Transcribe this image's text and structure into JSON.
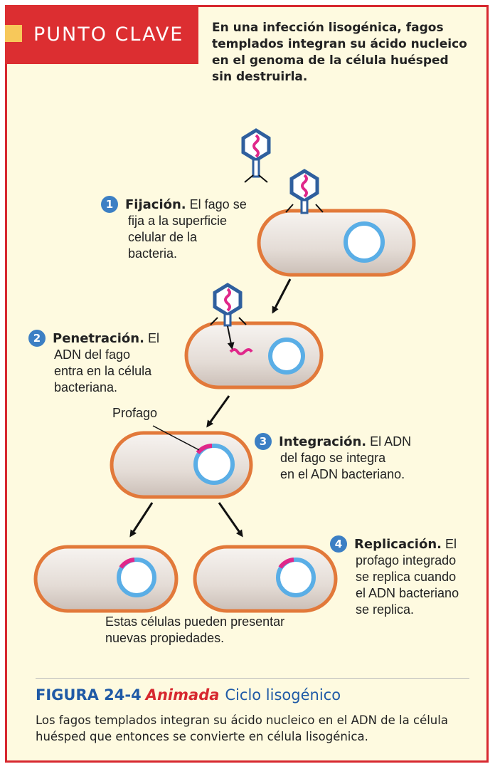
{
  "banner": {
    "title": "PUNTO CLAVE"
  },
  "key_point": "En una infección lisogénica, fagos templados integran su ácido nucleico en el genoma de la célula huésped sin destruirla.",
  "steps": [
    {
      "number": "1",
      "title": "Fijación.",
      "lines": [
        "El fago se",
        "fija a la superficie",
        "celular de la",
        "bacteria."
      ]
    },
    {
      "number": "2",
      "title": "Penetración.",
      "lines": [
        "El",
        "ADN del fago",
        "entra en la célula",
        "bacteriana."
      ]
    },
    {
      "number": "3",
      "title": "Integración.",
      "lines": [
        "El ADN",
        "del fago se integra",
        "en el ADN bacteriano."
      ]
    },
    {
      "number": "4",
      "title": "Replicación.",
      "lines": [
        "El",
        "profago integrado",
        "se replica cuando",
        "el ADN bacteriano",
        "se replica."
      ]
    }
  ],
  "prophage_label": "Profago",
  "new_props": [
    "Estas células pueden presentar",
    "nuevas propiedades."
  ],
  "figure": {
    "number": "FIGURA 24-4",
    "animated": "Animada",
    "title": "Ciclo lisogénico"
  },
  "caption": "Los fagos templados integran su ácido nucleico en el ADN de la célula huésped que entonces se convierte en célula lisogénica.",
  "colors": {
    "border": "#d7282f",
    "accent_blue": "#3c7fc4",
    "cell_outline": "#e2793a",
    "dna_ring": "#5aaee6",
    "phage_dna": "#e0278a"
  }
}
